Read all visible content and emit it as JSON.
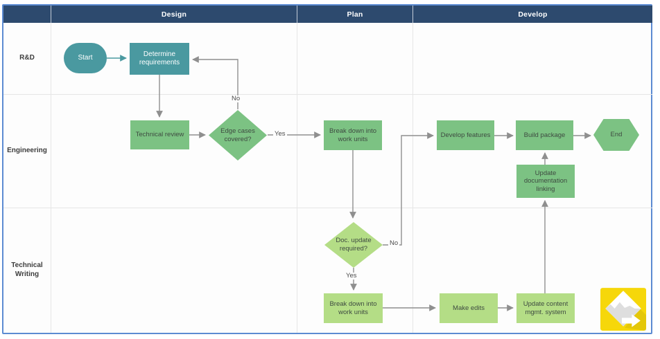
{
  "header": {
    "columns": [
      "Design",
      "Plan",
      "Develop"
    ]
  },
  "lanes": [
    "R&D",
    "Engineering",
    "Technical Writing"
  ],
  "nodes": {
    "start": {
      "label": "Start",
      "shape": "terminator",
      "lane": "R&D",
      "phase": "Design"
    },
    "determine_requirements": {
      "label": "Determine requirements",
      "shape": "process",
      "lane": "R&D",
      "phase": "Design"
    },
    "technical_review": {
      "label": "Technical review",
      "shape": "process",
      "lane": "Engineering",
      "phase": "Design"
    },
    "edge_cases": {
      "label": "Edge cases covered?",
      "shape": "decision",
      "lane": "Engineering",
      "phase": "Design"
    },
    "breakdown_eng": {
      "label": "Break down into work units",
      "shape": "process",
      "lane": "Engineering",
      "phase": "Plan"
    },
    "develop_features": {
      "label": "Develop features",
      "shape": "process",
      "lane": "Engineering",
      "phase": "Develop"
    },
    "build_package": {
      "label": "Build package",
      "shape": "process",
      "lane": "Engineering",
      "phase": "Develop"
    },
    "end": {
      "label": "End",
      "shape": "terminator",
      "lane": "Engineering",
      "phase": "Develop"
    },
    "update_doc_linking": {
      "label": "Update documentation linking",
      "shape": "process",
      "lane": "Engineering",
      "phase": "Develop"
    },
    "doc_update_required": {
      "label": "Doc. update required?",
      "shape": "decision",
      "lane": "Technical Writing",
      "phase": "Plan"
    },
    "breakdown_tw": {
      "label": "Break down into work units",
      "shape": "process",
      "lane": "Technical Writing",
      "phase": "Plan"
    },
    "make_edits": {
      "label": "Make edits",
      "shape": "process",
      "lane": "Technical Writing",
      "phase": "Develop"
    },
    "update_cms": {
      "label": "Update content mgmt. system",
      "shape": "process",
      "lane": "Technical Writing",
      "phase": "Develop"
    }
  },
  "edges": [
    {
      "from": "start",
      "to": "determine_requirements",
      "label": ""
    },
    {
      "from": "determine_requirements",
      "to": "technical_review",
      "label": ""
    },
    {
      "from": "technical_review",
      "to": "edge_cases",
      "label": ""
    },
    {
      "from": "edge_cases",
      "to": "breakdown_eng",
      "label": "Yes"
    },
    {
      "from": "edge_cases",
      "to": "determine_requirements",
      "label": "No"
    },
    {
      "from": "breakdown_eng",
      "to": "doc_update_required",
      "label": ""
    },
    {
      "from": "doc_update_required",
      "to": "develop_features",
      "label": "No"
    },
    {
      "from": "doc_update_required",
      "to": "breakdown_tw",
      "label": "Yes"
    },
    {
      "from": "breakdown_tw",
      "to": "make_edits",
      "label": ""
    },
    {
      "from": "make_edits",
      "to": "update_cms",
      "label": ""
    },
    {
      "from": "update_cms",
      "to": "update_doc_linking",
      "label": ""
    },
    {
      "from": "update_doc_linking",
      "to": "build_package",
      "label": ""
    },
    {
      "from": "develop_features",
      "to": "build_package",
      "label": ""
    },
    {
      "from": "build_package",
      "to": "end",
      "label": ""
    }
  ],
  "colors": {
    "header_navy": "#2D4A6E",
    "teal": "#4A99A0",
    "green": "#7CC283",
    "light_green": "#B4DD86",
    "arrow_gray": "#8F8F8F",
    "frame_blue": "#5C8BD2",
    "logo_yellow": "#F6D70A"
  },
  "watermark": {
    "icon": "lucid-logo"
  }
}
